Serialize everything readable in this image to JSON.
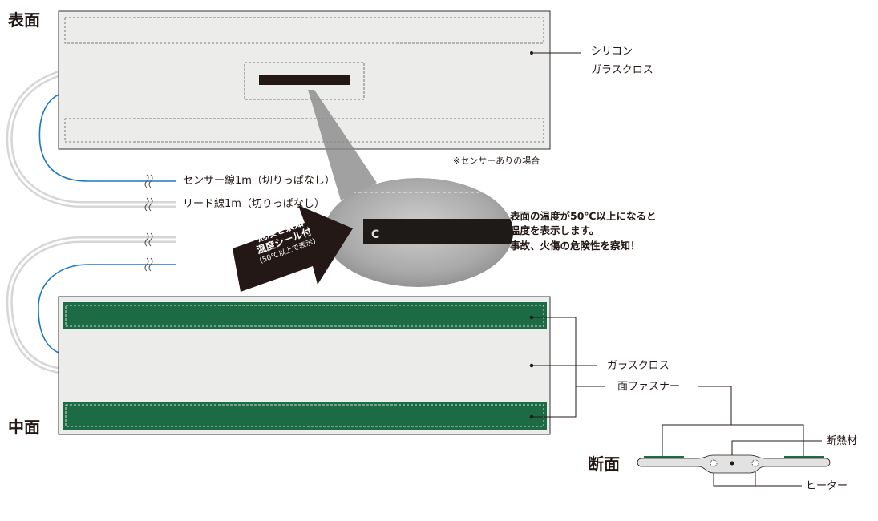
{
  "labels": {
    "surface": "表面",
    "middle": "中面",
    "section": "断面",
    "silicone_line1": "シリコン",
    "silicone_line2": "ガラスクロス",
    "sensor_note": "※センサーありの場合",
    "sensor_wire": "センサー線1m（切りっぱなし）",
    "lead_wire": "リード線1m（切りっぱなし）",
    "glass_cloth": "ガラスクロス",
    "fastener": "面ファスナー",
    "insulation": "断熱材",
    "heater": "ヒーター"
  },
  "arrow": {
    "line1": "危険を察知",
    "line2": "温度シール付",
    "line3": "(50℃以上で表示)"
  },
  "seal": {
    "unit": "C"
  },
  "description": {
    "line1": "表面の温度が50℃以上になると",
    "line2": "温度を表示します。",
    "line3": "事故、火傷の危険性を察知！"
  },
  "colors": {
    "panel": "#ececea",
    "fastener": "#1c6b45",
    "sensor_wire": "#1a78c8",
    "lead_wire": "#d9d9d9"
  }
}
